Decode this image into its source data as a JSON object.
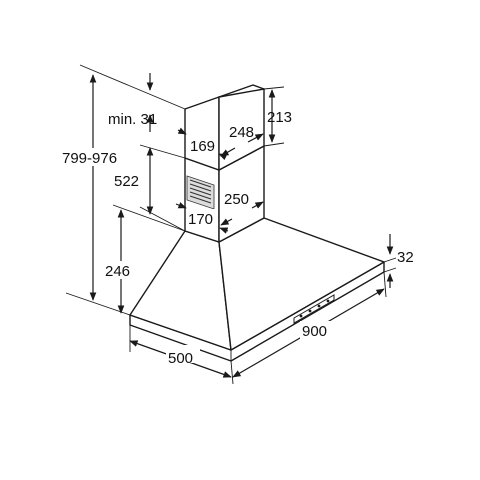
{
  "diagram": {
    "product": "cooker-hood-pyramid",
    "dimensions": {
      "overall_height": "799-976",
      "min_gap": "min. 31",
      "upper_chimney_height": "213",
      "chimney_width": "248",
      "chimney_depth_upper": "169",
      "lower_chimney_height": "522",
      "chimney_width_lower": "250",
      "chimney_depth_lower": "170",
      "canopy_height": "246",
      "hood_width": "900",
      "hood_depth": "500",
      "edge_thickness": "32"
    }
  }
}
